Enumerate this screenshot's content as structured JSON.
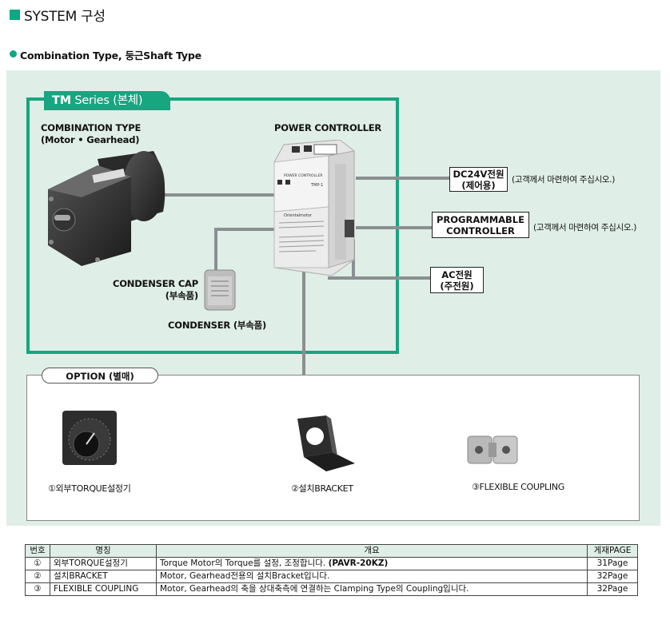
{
  "header": {
    "title": "SYSTEM 구성",
    "subtitle": "Combination Type, 둥근Shaft Type"
  },
  "diagram": {
    "series_label_bold": "TM",
    "series_label_rest": " Series (본체)",
    "combination_type": "COMBINATION TYPE",
    "combination_sub": "(Motor • Gearhead)",
    "power_controller": "POWER CONTROLLER",
    "condenser_cap": "CONDENSER CAP",
    "condenser_cap_sub": "(부속품)",
    "condenser": "CONDENSER (부속품)",
    "dc24v_line1": "DC24V전원",
    "dc24v_line2": "(제어용)",
    "dc24v_note": "(고객께서 마련하여 주십시오.)",
    "plc_line1": "PROGRAMMABLE",
    "plc_line2": "CONTROLLER",
    "plc_note": "(고객께서 마련하여 주십시오.)",
    "ac_line1": "AC전원",
    "ac_line2": "(주전원)",
    "device_text_top": "POWER CONTROLLER",
    "device_text_model": "TMP-1",
    "device_brand": "Orientalmotor"
  },
  "option": {
    "label": "OPTION (별매)",
    "items": [
      {
        "caption": "①외부TORQUE설정기"
      },
      {
        "caption": "②설치BRACKET"
      },
      {
        "caption": "③FLEXIBLE COUPLING"
      }
    ]
  },
  "table": {
    "headers": [
      "번호",
      "명칭",
      "개요",
      "게재PAGE"
    ],
    "rows": [
      {
        "no": "①",
        "name": "외부TORQUE설정기",
        "desc": "Torque Motor의 Torque를 설정, 조정합니다. ",
        "desc_bold": "(PAVR-20KZ)",
        "page": "31Page"
      },
      {
        "no": "②",
        "name": "설치BRACKET",
        "desc": "Motor, Gearhead전용의 설치Bracket입니다.",
        "desc_bold": "",
        "page": "32Page"
      },
      {
        "no": "③",
        "name": "FLEXIBLE COUPLING",
        "desc": "Motor, Gearhead의 축을 상대축측에 연결하는 Clamping Type의 Coupling입니다.",
        "desc_bold": "",
        "page": "32Page"
      }
    ]
  },
  "colors": {
    "accent": "#17a67f",
    "panel_bg": "#dfeee7",
    "connector": "#8a8f91"
  }
}
